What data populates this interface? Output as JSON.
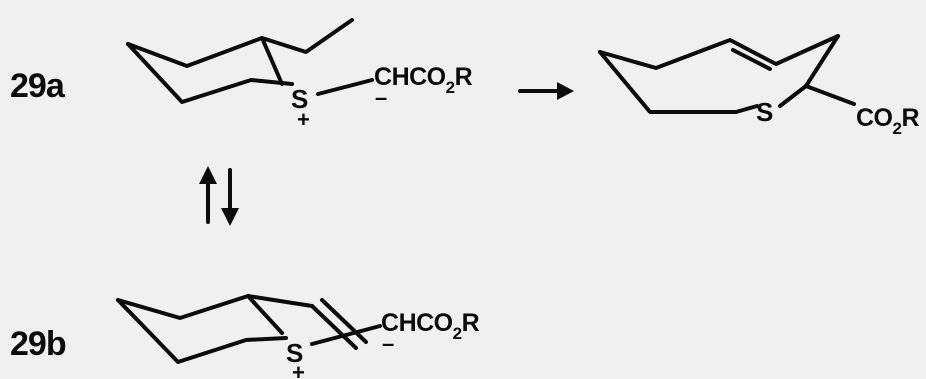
{
  "compounds": {
    "a": {
      "label": "29a",
      "sulfur": "S",
      "charge": "+",
      "substituent_head": "C",
      "substituent_mid": "HCO",
      "substituent_sub": "2",
      "substituent_tail": "R",
      "carbanion_mark": "–"
    },
    "b": {
      "label": "29b",
      "sulfur": "S",
      "charge": "+",
      "substituent_head": "C",
      "substituent_mid": "HCO",
      "substituent_sub": "2",
      "substituent_tail": "R",
      "carbanion_mark": "–"
    },
    "product": {
      "sulfur": "S",
      "ester_main": "CO",
      "ester_sub": "2",
      "ester_tail": "R"
    }
  }
}
